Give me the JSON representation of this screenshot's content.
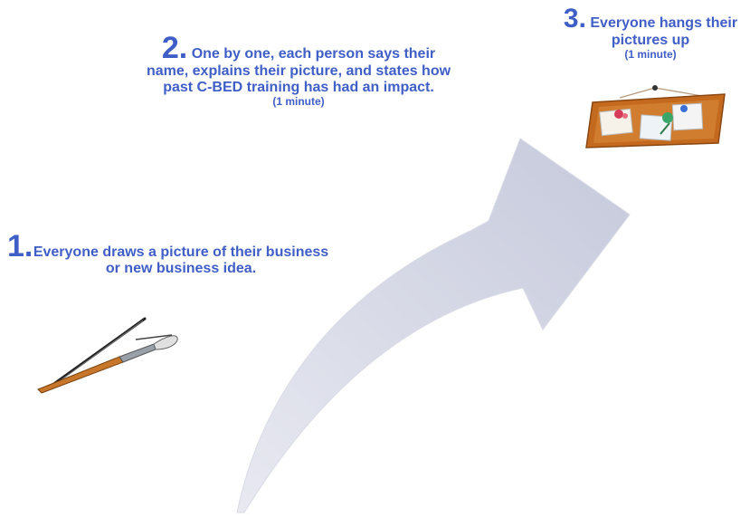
{
  "steps": [
    {
      "number": "1",
      "text": "Everyone draws a picture of their business or new business idea."
    },
    {
      "number": "2",
      "text": "One by one, each person says their name, explains their picture, and states how past C-BED training has had an impact.",
      "duration": "(1 minute)"
    },
    {
      "number": "3",
      "text": "Everyone hangs their pictures up",
      "duration": "(1 minute)"
    }
  ],
  "icons": {
    "step1": "paintbrush-pen-icon",
    "step3": "corkboard-pictures-icon",
    "flow": "curved-arrow"
  },
  "colors": {
    "text": "#3f5fc7",
    "arrow": "#c9ccdd"
  }
}
